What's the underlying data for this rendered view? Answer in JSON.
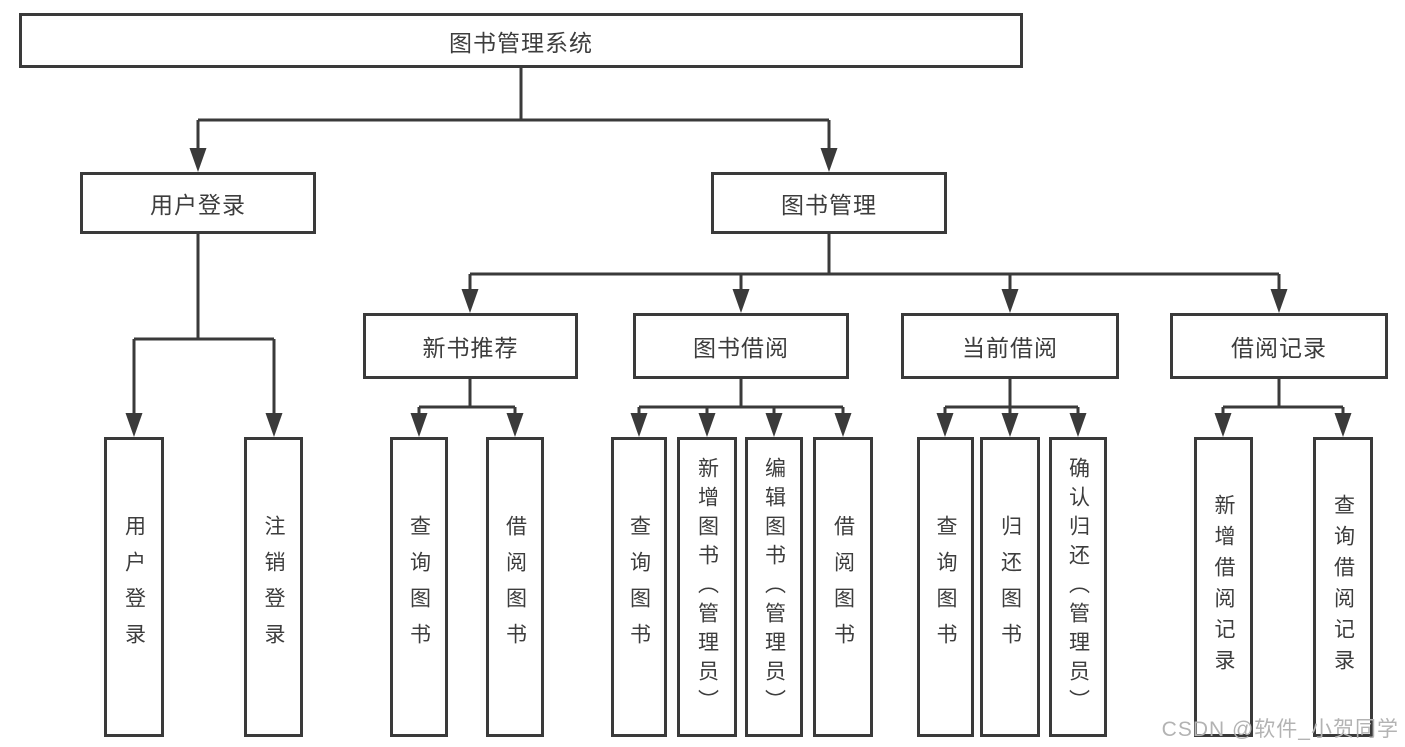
{
  "diagram": {
    "type": "tree",
    "nodes": {
      "root": {
        "label": "图书管理系统"
      },
      "login": {
        "label": "用户登录"
      },
      "mgmt": {
        "label": "图书管理"
      },
      "login_user": {
        "label": "用户登录"
      },
      "login_logout": {
        "label": "注销登录"
      },
      "rec": {
        "label": "新书推荐"
      },
      "borrow": {
        "label": "图书借阅"
      },
      "current": {
        "label": "当前借阅"
      },
      "records": {
        "label": "借阅记录"
      },
      "rec_query": {
        "label": "查询图书"
      },
      "rec_borrow": {
        "label": "借阅图书"
      },
      "borrow_query": {
        "label": "查询图书"
      },
      "borrow_add": {
        "label": "新增图书（管理员）"
      },
      "borrow_edit": {
        "label": "编辑图书（管理员）"
      },
      "borrow_borrow": {
        "label": "借阅图书"
      },
      "current_query": {
        "label": "查询图书"
      },
      "current_return": {
        "label": "归还图书"
      },
      "current_confirm": {
        "label": "确认归还（管理员）"
      },
      "records_add": {
        "label": "新增借阅记录"
      },
      "records_query": {
        "label": "查询借阅记录"
      }
    },
    "edges": [
      [
        "root",
        "login"
      ],
      [
        "root",
        "mgmt"
      ],
      [
        "login",
        "login_user"
      ],
      [
        "login",
        "login_logout"
      ],
      [
        "mgmt",
        "rec"
      ],
      [
        "mgmt",
        "borrow"
      ],
      [
        "mgmt",
        "current"
      ],
      [
        "mgmt",
        "records"
      ],
      [
        "rec",
        "rec_query"
      ],
      [
        "rec",
        "rec_borrow"
      ],
      [
        "borrow",
        "borrow_query"
      ],
      [
        "borrow",
        "borrow_add"
      ],
      [
        "borrow",
        "borrow_edit"
      ],
      [
        "borrow",
        "borrow_borrow"
      ],
      [
        "current",
        "current_query"
      ],
      [
        "current",
        "current_return"
      ],
      [
        "current",
        "current_confirm"
      ],
      [
        "records",
        "records_add"
      ],
      [
        "records",
        "records_query"
      ]
    ],
    "colors": {
      "line": "#3a3a3a",
      "text": "#3d3d3d",
      "background": "#ffffff"
    }
  },
  "watermark": {
    "text": "CSDN @软件_小贺同学",
    "color": "#b3b3b3"
  }
}
